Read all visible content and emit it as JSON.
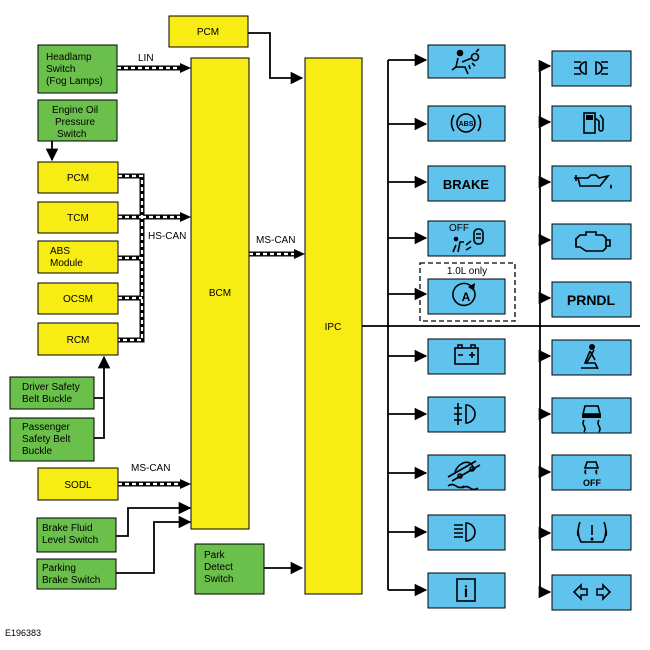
{
  "figure_id": "E196383",
  "modules": {
    "pcm_top": "PCM",
    "headlamp_switch": [
      "Headlamp",
      "Switch",
      "(Fog Lamps)"
    ],
    "engine_oil_switch": [
      "Engine Oil",
      "Pressure",
      "Switch"
    ],
    "pcm": "PCM",
    "tcm": "TCM",
    "abs_module": [
      "ABS",
      "Module"
    ],
    "ocsm": "OCSM",
    "rcm": "RCM",
    "driver_belt": [
      "Driver Safety",
      "Belt Buckle"
    ],
    "passenger_belt": [
      "Passenger",
      "Safety Belt",
      "Buckle"
    ],
    "sodl": "SODL",
    "brake_fluid": [
      "Brake Fluid",
      "Level Switch"
    ],
    "parking_brake": [
      "Parking",
      "Brake Switch"
    ],
    "bcm": "BCM",
    "park_detect": [
      "Park",
      "Detect",
      "Switch"
    ],
    "ipc": "IPC"
  },
  "buses": {
    "lin": "LIN",
    "hs_can": "HS-CAN",
    "ms_can_bcm_ipc": "MS-CAN",
    "ms_can_sodl": "MS-CAN"
  },
  "indicators": {
    "left": [
      {
        "icon": "airbag-warning-icon"
      },
      {
        "icon": "abs-warning-icon",
        "text": "(ABS)"
      },
      {
        "icon": "brake-warning-text",
        "text": "BRAKE"
      },
      {
        "icon": "passenger-airbag-off-icon",
        "text": "OFF"
      },
      {
        "icon": "auto-start-stop-icon"
      },
      {
        "icon": "battery-charge-icon"
      },
      {
        "icon": "rear-fog-lamp-icon"
      },
      {
        "icon": "slippery-road-icon"
      },
      {
        "icon": "high-beam-icon"
      },
      {
        "icon": "information-icon",
        "text": "i"
      }
    ],
    "right": [
      {
        "icon": "side-lamp-icon"
      },
      {
        "icon": "low-fuel-icon"
      },
      {
        "icon": "oil-pressure-icon"
      },
      {
        "icon": "check-engine-icon"
      },
      {
        "icon": "prndl-text",
        "text": "PRNDL"
      },
      {
        "icon": "seatbelt-reminder-icon"
      },
      {
        "icon": "traction-control-icon"
      },
      {
        "icon": "traction-control-off-icon",
        "text": "OFF"
      },
      {
        "icon": "tire-pressure-icon"
      },
      {
        "icon": "turn-signal-icon"
      }
    ]
  },
  "engine_note": "1.0L only"
}
